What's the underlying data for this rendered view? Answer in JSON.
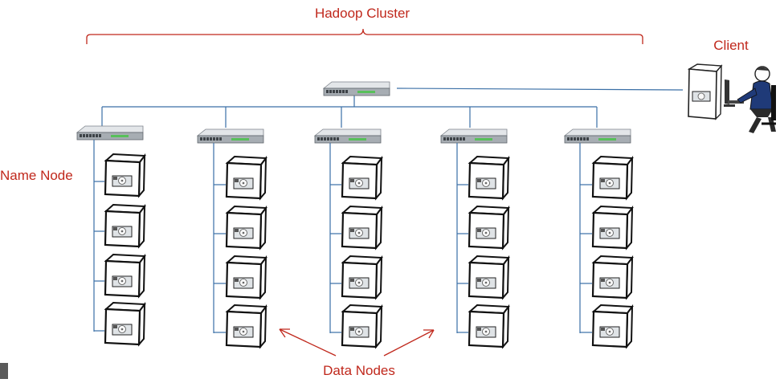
{
  "labels": {
    "cluster_title": "Hadoop Cluster",
    "client": "Client",
    "name_node": "Name Node",
    "data_nodes": "Data Nodes"
  },
  "colors": {
    "label": "#c0281c",
    "line": "#3a6fa6",
    "switch_top": "#d7dadd",
    "switch_front": "#9aa0a6"
  },
  "icons": {
    "switch": "network-switch-icon",
    "server": "server-tower-icon",
    "client": "client-workstation-icon"
  },
  "diagram": {
    "rack_count": 5,
    "servers_per_rack": 4
  }
}
